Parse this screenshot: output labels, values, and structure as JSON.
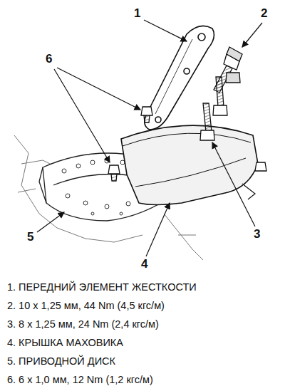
{
  "diagram": {
    "labels": [
      "1",
      "2",
      "6",
      "3",
      "4",
      "5",
      "1. ПЕРЕДНИЙ ЭЛЕМЕНТ ЖЕСТКОСТИ",
      "2. 10 x 1,25 мм, 44 Nm (4,5 кгс/м)",
      "3. 8 x 1,25 мм, 24 Nm (2,4 кгс/м)",
      "4. КРЫШКА МАХОВИКА",
      "5. ПРИВОДНОЙ ДИСК",
      "6. 6 x 1,0 мм, 12 Nm (1,2 кгс/м)"
    ]
  }
}
